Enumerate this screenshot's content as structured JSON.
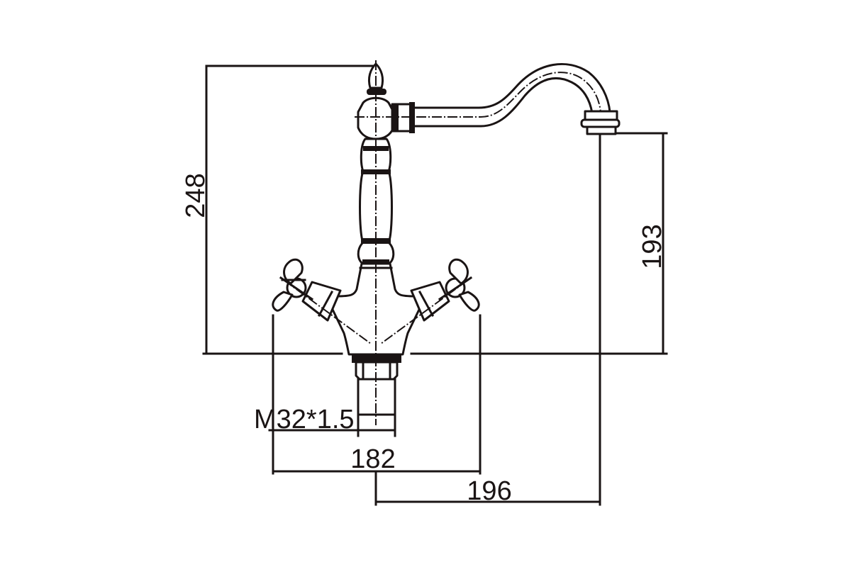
{
  "drawing": {
    "subject": "faucet-technical-drawing",
    "line_color": "#1a1414",
    "background": "#ffffff"
  },
  "dimensions": {
    "overall_height": "248",
    "spout_height": "193",
    "handle_span": "182",
    "spout_reach": "196",
    "thread": "M32*1.5"
  }
}
